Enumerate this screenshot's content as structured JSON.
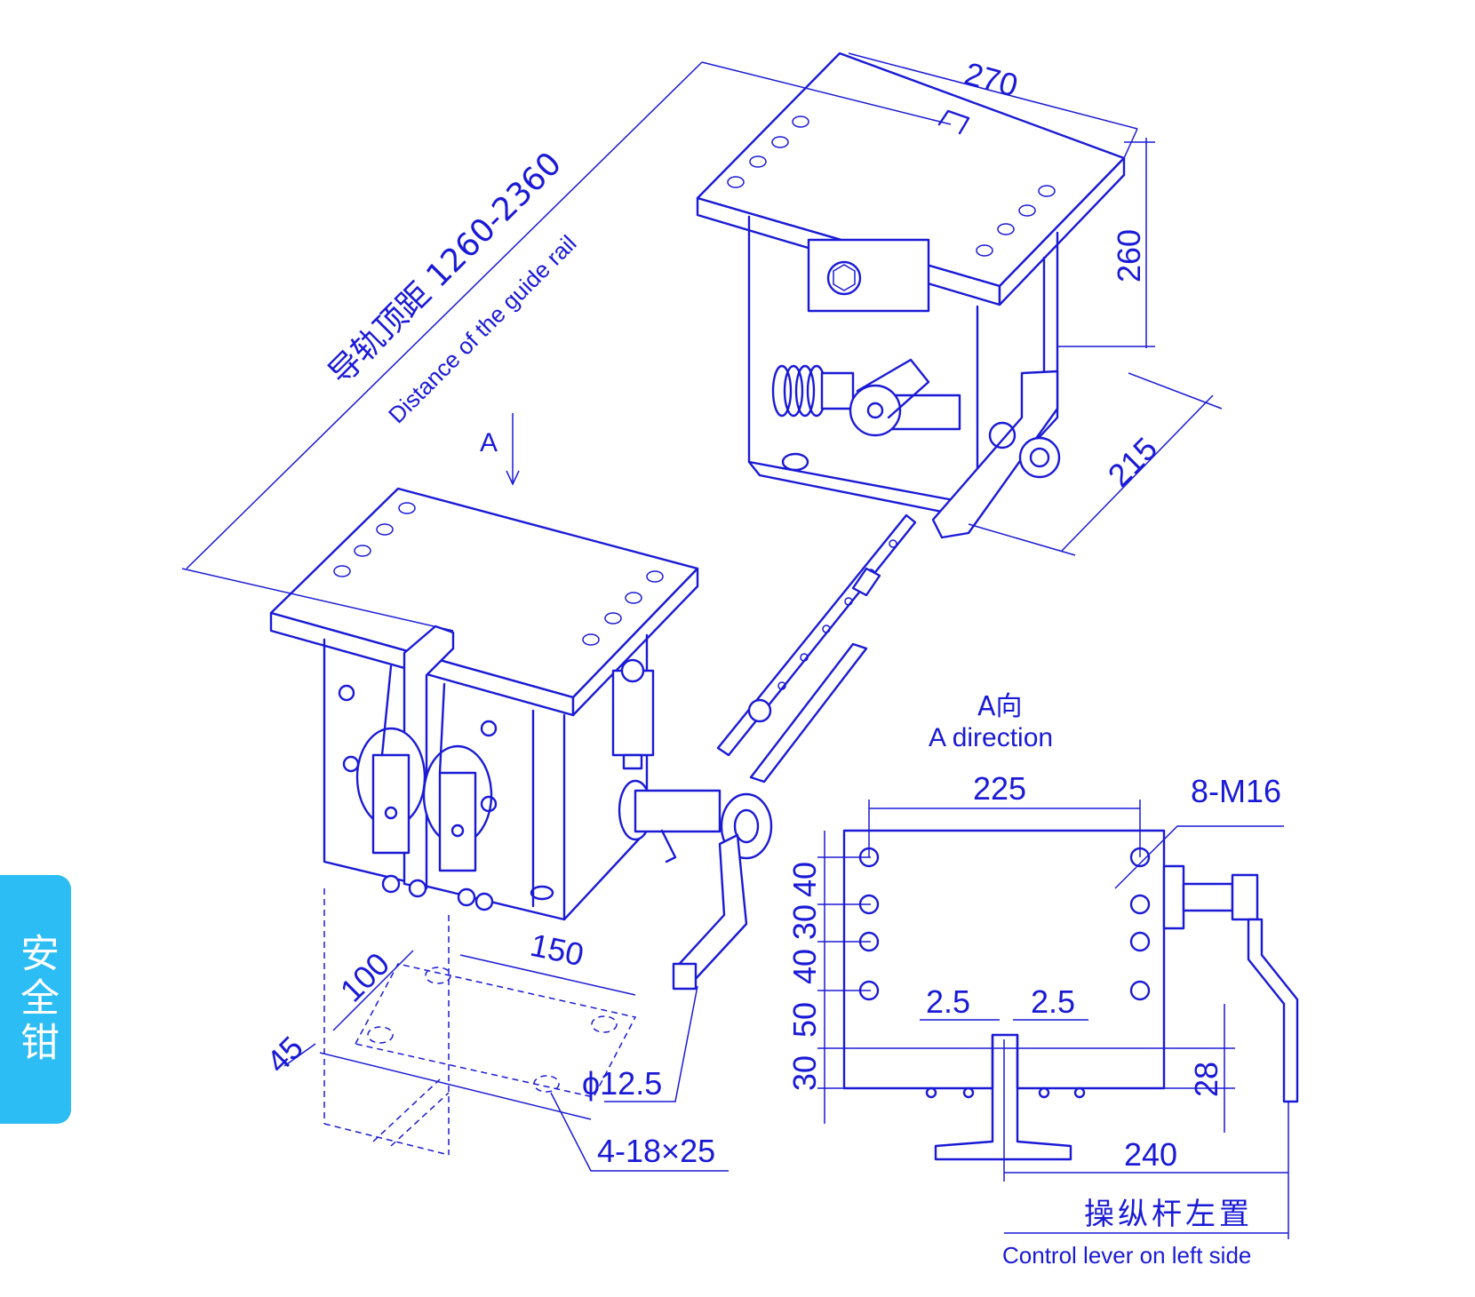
{
  "side_tab": {
    "label": "安全钳"
  },
  "colors": {
    "line": "#1a1ad6",
    "tab_bg": "#2bbdf3",
    "tab_text": "#ffffff",
    "background": "#ffffff"
  },
  "dimensions": {
    "top_width": "270",
    "height": "260",
    "depth": "215",
    "rail_distance_cn": "导轨顶距 1260-2360",
    "rail_distance_en": "Distance of the guide rail",
    "base_150": "150",
    "base_100": "100",
    "base_45": "45",
    "hole_dia": "ϕ12.5",
    "slots": "4-18×25",
    "front_225": "225",
    "bolts": "8-M16",
    "gap_left": "2.5",
    "gap_right": "2.5",
    "right_28": "28",
    "lever_240": "240",
    "v_40a": "40",
    "v_30a": "30",
    "v_40b": "40",
    "v_50": "50",
    "v_30b": "30"
  },
  "labels": {
    "view_marker": "A",
    "view_cn": "A向",
    "view_en": "A direction",
    "lever_cn": "操纵杆左置",
    "lever_en": "Control lever on left side"
  }
}
